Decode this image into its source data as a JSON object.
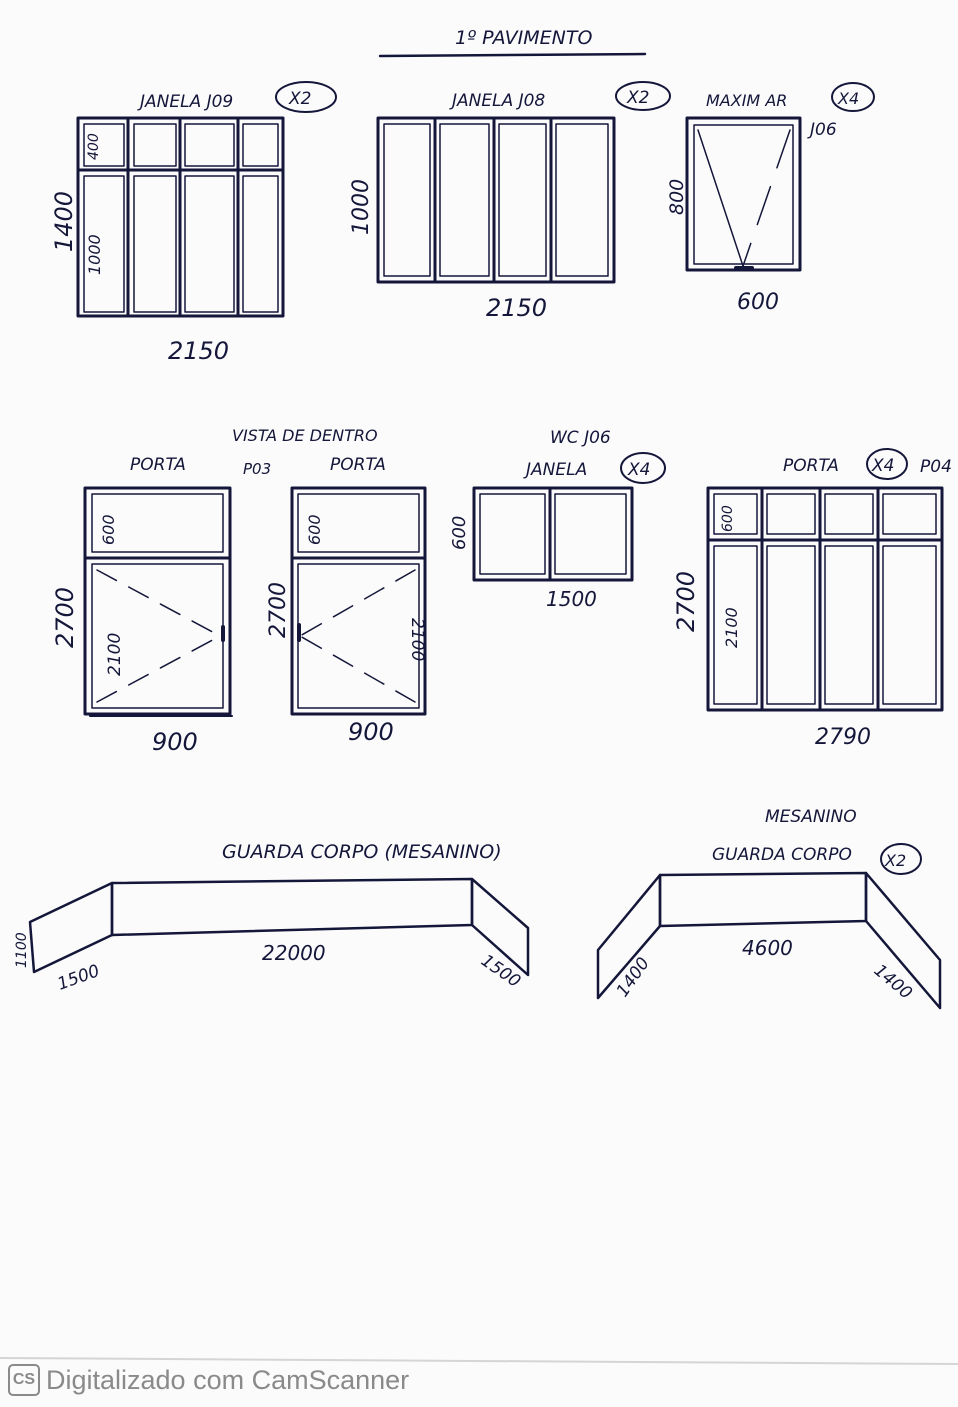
{
  "title": "1º PAVIMENTO",
  "items": {
    "j09": {
      "label": "JANELA J09",
      "qty": "X2",
      "h_total": "1400",
      "h_top": "400",
      "h_bottom": "1000",
      "width": "2150"
    },
    "j08": {
      "label": "JANELA J08",
      "qty": "X2",
      "height": "1000",
      "width": "2150"
    },
    "maxim": {
      "label": "MAXIM AR",
      "qty": "X4",
      "code": "J06",
      "height": "800",
      "width": "600"
    },
    "door_view": {
      "caption": "VISTA DE DENTRO",
      "code": "P03"
    },
    "door_left": {
      "label": "PORTA",
      "h_total": "2700",
      "h_top": "600",
      "h_leaf": "2100",
      "width": "900"
    },
    "door_right": {
      "label": "PORTA",
      "h_total": "2700",
      "h_top": "600",
      "h_leaf": "2100",
      "width": "900"
    },
    "wc": {
      "label_top": "WC J06",
      "label": "JANELA",
      "qty": "X4",
      "height": "600",
      "width": "1500"
    },
    "porta4": {
      "label": "PORTA",
      "qty": "X4",
      "code": "P04",
      "h_total": "2700",
      "h_top": "600",
      "h_bottom": "2100",
      "width": "2790"
    },
    "guarda1": {
      "label": "GUARDA CORPO (MESANINO)",
      "height": "1100",
      "left": "1500",
      "center": "22000",
      "right": "1500"
    },
    "guarda2": {
      "label_top": "MESANINO",
      "label": "GUARDA CORPO",
      "qty": "X2",
      "left": "1400",
      "center": "4600",
      "right": "1400"
    }
  },
  "footer": {
    "logo": "CS",
    "text": "Digitalizado com CamScanner"
  }
}
